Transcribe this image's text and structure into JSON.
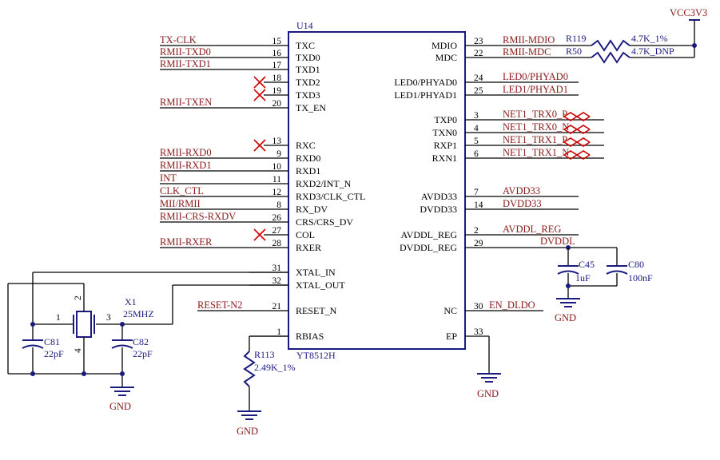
{
  "chip": {
    "ref": "U14",
    "part": "YT8512H",
    "left_pins": [
      {
        "num": "15",
        "name": "TXC",
        "net": "TX-CLK",
        "nc": false
      },
      {
        "num": "16",
        "name": "TXD0",
        "net": "RMII-TXD0",
        "nc": false
      },
      {
        "num": "17",
        "name": "TXD1",
        "net": "RMII-TXD1",
        "nc": false
      },
      {
        "num": "18",
        "name": "TXD2",
        "net": "",
        "nc": true
      },
      {
        "num": "19",
        "name": "TXD3",
        "net": "",
        "nc": true
      },
      {
        "num": "20",
        "name": "TX_EN",
        "net": "RMII-TXEN",
        "nc": false
      },
      {
        "num": "13",
        "name": "RXC",
        "net": "",
        "nc": true
      },
      {
        "num": "9",
        "name": "RXD0",
        "net": "RMII-RXD0",
        "nc": false
      },
      {
        "num": "10",
        "name": "RXD1",
        "net": "RMII-RXD1",
        "nc": false
      },
      {
        "num": "11",
        "name": "RXD2/INT_N",
        "net": "INT",
        "nc": false
      },
      {
        "num": "12",
        "name": "RXD3/CLK_CTL",
        "net": "CLK_CTL",
        "nc": false
      },
      {
        "num": "8",
        "name": "RX_DV",
        "net": "MII/RMII",
        "nc": false
      },
      {
        "num": "26",
        "name": "CRS/CRS_DV",
        "net": "RMII-CRS-RXDV",
        "nc": false
      },
      {
        "num": "27",
        "name": "COL",
        "net": "",
        "nc": true
      },
      {
        "num": "28",
        "name": "RXER",
        "net": "RMII-RXER",
        "nc": false
      },
      {
        "num": "31",
        "name": "XTAL_IN",
        "net": "",
        "nc": false
      },
      {
        "num": "32",
        "name": "XTAL_OUT",
        "net": "",
        "nc": false
      },
      {
        "num": "21",
        "name": "RESET_N",
        "net": "RESET-N2",
        "nc": false
      },
      {
        "num": "1",
        "name": "RBIAS",
        "net": "",
        "nc": false
      }
    ],
    "right_pins": [
      {
        "num": "23",
        "name": "MDIO",
        "net": "RMII-MDIO"
      },
      {
        "num": "22",
        "name": "MDC",
        "net": "RMII-MDC"
      },
      {
        "num": "24",
        "name": "LED0/PHYAD0",
        "net": "LED0/PHYAD0"
      },
      {
        "num": "25",
        "name": "LED1/PHYAD1",
        "net": "LED1/PHYAD1"
      },
      {
        "num": "3",
        "name": "TXP0",
        "net": "NET1_TRX0_P"
      },
      {
        "num": "4",
        "name": "TXN0",
        "net": "NET1_TRX0_N"
      },
      {
        "num": "5",
        "name": "RXP1",
        "net": "NET1_TRX1_P"
      },
      {
        "num": "6",
        "name": "RXN1",
        "net": "NET1_TRX1_N"
      },
      {
        "num": "7",
        "name": "AVDD33",
        "net": "AVDD33"
      },
      {
        "num": "14",
        "name": "DVDD33",
        "net": "DVDD33"
      },
      {
        "num": "2",
        "name": "AVDDL_REG",
        "net": "AVDDL_REG"
      },
      {
        "num": "29",
        "name": "DVDDL_REG",
        "net": "DVDDL"
      },
      {
        "num": "30",
        "name": "NC",
        "net": "EN_DLDO"
      },
      {
        "num": "33",
        "name": "EP",
        "net": ""
      }
    ]
  },
  "components": {
    "r119": {
      "ref": "R119",
      "value": "4.7K_1%"
    },
    "r50": {
      "ref": "R50",
      "value": "4.7K_DNP"
    },
    "vcc": "VCC3V3",
    "c45": {
      "ref": "C45",
      "value": "1uF"
    },
    "c80": {
      "ref": "C80",
      "value": "100nF"
    },
    "x1": {
      "ref": "X1",
      "value": "25MHZ",
      "pin1": "1",
      "pin2": "2",
      "pin3": "3",
      "pin4": "4"
    },
    "c81": {
      "ref": "C81",
      "value": "22pF"
    },
    "c82": {
      "ref": "C82",
      "value": "22pF"
    },
    "r113": {
      "ref": "R113",
      "value": "2.49K_1%"
    },
    "gnd": "GND"
  }
}
